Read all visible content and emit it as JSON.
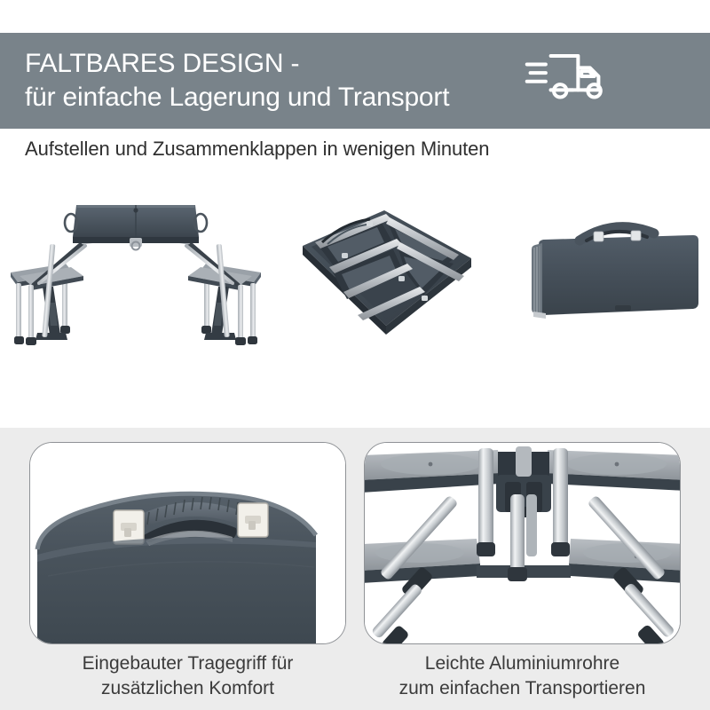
{
  "header": {
    "title": "FALTBARES DESIGN -\nfür einfache Lagerung und Transport",
    "icon": "delivery-truck-icon",
    "band_color": "#79838a",
    "text_color": "#ffffff"
  },
  "subtitle": "Aufstellen und Zusammenklappen in wenigen Minuten",
  "steps": {
    "arrow_color": "#4a87b0",
    "items": [
      {
        "name": "picnic-table-unfolded",
        "alt": "Aufgestellter Falt-Picknicktisch mit vier Sitzbänken"
      },
      {
        "name": "picnic-table-folded-open",
        "alt": "Flach zusammengeklappter Tisch mit eingeklappten Beinen"
      },
      {
        "name": "picnic-table-closed-case",
        "alt": "Geschlossener Koffer mit Tragegriff"
      }
    ]
  },
  "features": [
    {
      "name": "built-in-handle",
      "caption": "Eingebauter Tragegriff für\nzusätzlichen Komfort",
      "alt": "Nahaufnahme des eingebauten Tragegriffs mit zwei weißen Verschlüssen"
    },
    {
      "name": "aluminium-tubes",
      "caption": "Leichte Aluminiumrohre\nzum einfachen Transportieren",
      "alt": "Untersicht des Aluminiumrohrgestells mit Sitzflächen"
    }
  ],
  "colors": {
    "panel_background": "#ececec",
    "product_dark": "#3f4a55",
    "product_mid": "#5a6570",
    "aluminium": "#c9cdd1",
    "page_background": "#ffffff"
  }
}
